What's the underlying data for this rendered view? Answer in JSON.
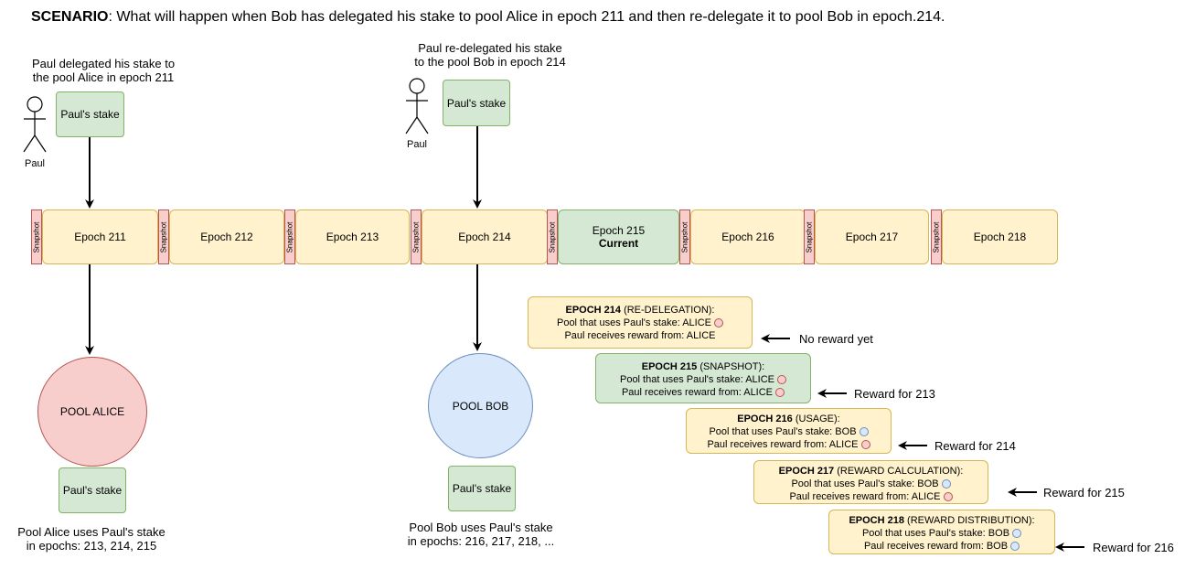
{
  "scenario": {
    "label": "SCENARIO",
    "text": ": What will happen when Bob has delegated his stake to pool Alice in epoch 211 and then re-delegate it to pool Bob in epoch.214."
  },
  "left": {
    "caption_line1": "Paul delegated his stake to",
    "caption_line2": "the pool Alice in epoch 211",
    "stake_label": "Paul's stake",
    "person_label": "Paul"
  },
  "middle": {
    "caption_line1": "Paul re-delegated his stake",
    "caption_line2": "to the pool Bob in epoch 214",
    "stake_label": "Paul's stake",
    "person_label": "Paul"
  },
  "snapshot_label": "Snapshot",
  "epochs": [
    {
      "name": "Epoch 211",
      "sub": "",
      "current": false
    },
    {
      "name": "Epoch 212",
      "sub": "",
      "current": false
    },
    {
      "name": "Epoch 213",
      "sub": "",
      "current": false
    },
    {
      "name": "Epoch 214",
      "sub": "",
      "current": false
    },
    {
      "name": "Epoch 215",
      "sub": "Current",
      "current": true
    },
    {
      "name": "Epoch 216",
      "sub": "",
      "current": false
    },
    {
      "name": "Epoch 217",
      "sub": "",
      "current": false
    },
    {
      "name": "Epoch 218",
      "sub": "",
      "current": false
    }
  ],
  "pool_alice": {
    "label": "POOL ALICE",
    "stake_label": "Paul's stake",
    "caption_line1": "Pool Alice uses Paul's stake",
    "caption_line2": "in epochs: 213, 214, 215"
  },
  "pool_bob": {
    "label": "POOL BOB",
    "stake_label": "Paul's stake",
    "caption_line1": "Pool Bob uses Paul's stake",
    "caption_line2": "in epochs: 216, 217, 218, ..."
  },
  "infos": [
    {
      "epoch": "EPOCH 214",
      "phase": " (RE-DELEGATION):",
      "uses_label": "Pool that uses Paul's stake: ALICE",
      "uses_pool": "alice",
      "reward_label": "Paul receives reward from: ALICE",
      "reward_pool": "",
      "note": "No reward yet"
    },
    {
      "epoch": "EPOCH 215",
      "phase": " (SNAPSHOT):",
      "uses_label": "Pool that uses Paul's stake: ALICE",
      "uses_pool": "alice",
      "reward_label": "Paul receives reward from: ALICE",
      "reward_pool": "alice",
      "note": "Reward for 213"
    },
    {
      "epoch": "EPOCH 216",
      "phase": " (USAGE):",
      "uses_label": "Pool that uses Paul's stake: BOB",
      "uses_pool": "bob",
      "reward_label": "Paul receives reward from: ALICE",
      "reward_pool": "alice",
      "note": "Reward for 214"
    },
    {
      "epoch": "EPOCH 217",
      "phase": " (REWARD CALCULATION):",
      "uses_label": "Pool that uses Paul's stake: BOB",
      "uses_pool": "bob",
      "reward_label": "Paul receives reward from: ALICE",
      "reward_pool": "alice",
      "note": "Reward for 215"
    },
    {
      "epoch": "EPOCH 218",
      "phase": " (REWARD DISTRIBUTION):",
      "uses_label": "Pool that uses Paul's stake: BOB",
      "uses_pool": "bob",
      "reward_label": "Paul receives reward from: BOB",
      "reward_pool": "bob",
      "note": "Reward for 216"
    }
  ],
  "colors": {
    "epoch_fill": "#fff2cc",
    "epoch_border": "#d6b656",
    "current_fill": "#d5e8d4",
    "snapshot_fill": "#f8cecc",
    "alice_fill": "#f8cecc",
    "bob_fill": "#dae8fc"
  }
}
